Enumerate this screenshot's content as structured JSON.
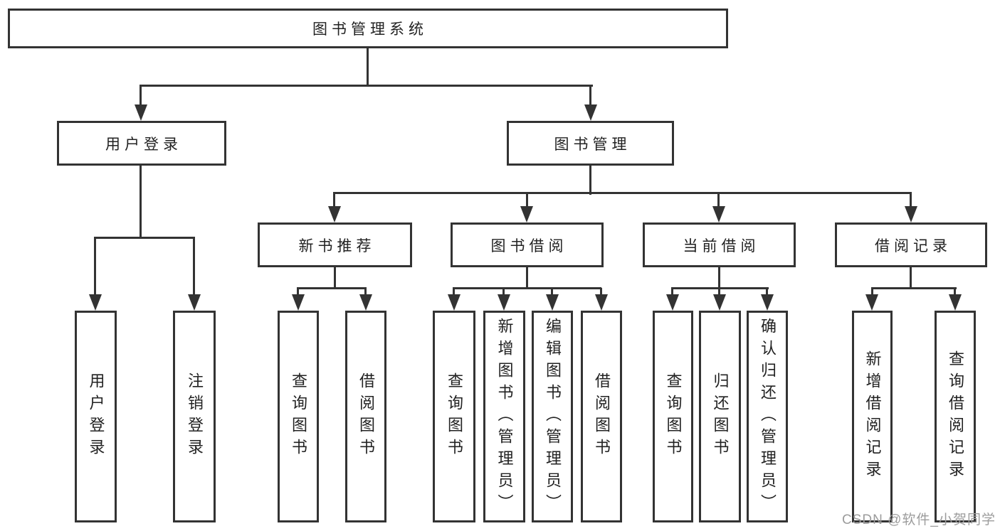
{
  "nodes": {
    "root": "图书管理系统",
    "user_login": "用户登录",
    "book_mgmt": "图书管理",
    "new_book_rec": "新书推荐",
    "book_borrow": "图书借阅",
    "current_borrow": "当前借阅",
    "borrow_record": "借阅记录",
    "ul_login": "用户登录",
    "ul_logout": "注销登录",
    "nbr_query": "查询图书",
    "nbr_borrow": "借阅图书",
    "bb_query": "查询图书",
    "bb_add": "新增图书（管理员）",
    "bb_edit": "编辑图书（管理员）",
    "bb_borrow": "借阅图书",
    "cb_query": "查询图书",
    "cb_return": "归还图书",
    "cb_confirm": "确认归还（管理员）",
    "br_add": "新增借阅记录",
    "br_query": "查询借阅记录"
  },
  "watermark": "CSDN @软件_小贺同学",
  "colors": {
    "line": "#333333",
    "text": "#222222",
    "watermark": "#9c9c9c",
    "background": "#ffffff"
  }
}
